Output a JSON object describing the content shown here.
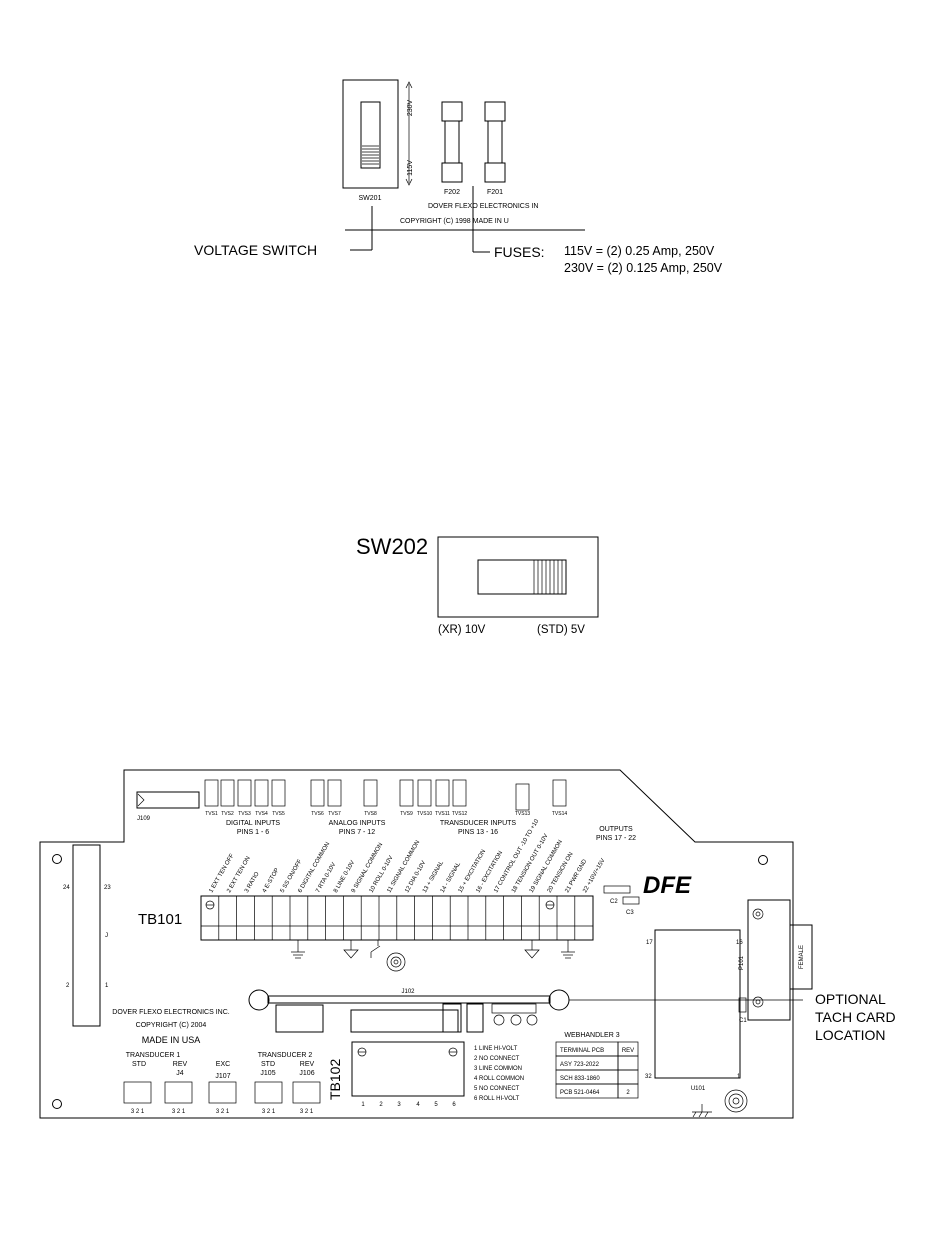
{
  "top": {
    "switch_ref": "SW201",
    "v230": "230V",
    "v115": "115V",
    "fuse_a": "F202",
    "fuse_b": "F201",
    "maker_line": "DOVER FLEXO ELECTRONICS IN",
    "copyright_line": "COPYRIGHT (C) 1998  MADE IN  U",
    "voltage_switch_callout": "VOLTAGE SWITCH",
    "fuses_callout": "FUSES:",
    "fuse_spec_1": "115V = (2) 0.25 Amp, 250V",
    "fuse_spec_2": "230V = (2) 0.125 Amp, 250V"
  },
  "sw202": {
    "ref": "SW202",
    "left_label": "(XR) 10V",
    "right_label": "(STD) 5V"
  },
  "board": {
    "j109": "J109",
    "tvs": [
      "TVS1",
      "TVS2",
      "TVS3",
      "TVS4",
      "TVS5",
      "TVS6",
      "TVS7",
      "TVS8",
      "TVS9",
      "TVS10",
      "TVS11",
      "TVS12",
      "TVS13",
      "TVS14"
    ],
    "digital_inputs": "DIGITAL INPUTS",
    "digital_pins": "PINS 1 - 6",
    "analog_inputs": "ANALOG INPUTS",
    "analog_pins": "PINS 7 - 12",
    "transducer_inputs": "TRANSDUCER INPUTS",
    "transducer_pins": "PINS 13 - 16",
    "outputs": "OUTPUTS",
    "outputs_pins": "PINS 17 - 22",
    "terminals": [
      "1 EXT TEN OFF",
      "2 EXT TEN ON",
      "3 RATIO",
      "4 E-STOP",
      "5 SS ON/OFF",
      "6 DIGITAL COMMON",
      "7 RTA 0-10V",
      "8 LINE 0-10V",
      "9 SIGNAL COMMON",
      "10 ROLL 0-10V",
      "11 SIGNAL COMMON",
      "12 DIA 0-10V",
      "13 + SIGNAL",
      "14 - SIGNAL",
      "15 + EXCITATION",
      "16 - EXCITATION",
      "17 CONTROL OUT -10 TO +10",
      "18 TENSION OUT 0-10V",
      "19 SIGNAL COMMON",
      "20 TENSION ON",
      "21 PWR GND",
      "22 +10V/+15V"
    ],
    "tb101": "TB101",
    "logo": "DFE",
    "c2": "C2",
    "c3": "C3",
    "left_conn_24": "24",
    "left_conn_23": "23",
    "left_conn_j": "J",
    "left_conn_2": "2",
    "left_conn_1": "1",
    "j102": "J102",
    "maker_line": "DOVER FLEXO ELECTRONICS INC.",
    "copyright_line": "COPYRIGHT (C) 2004",
    "made_in": "MADE IN USA",
    "tb102": "TB102",
    "tb102_pins": [
      "1",
      "2",
      "3",
      "4",
      "5",
      "6"
    ],
    "tb102_legend": [
      "1 LINE HI-VOLT",
      "2 NO CONNECT",
      "3 LINE COMMON",
      "4 ROLL COMMON",
      "5 NO CONNECT",
      "6 ROLL HI-VOLT"
    ],
    "transducer1": "TRANSDUCER 1",
    "std": "STD",
    "rev": "REV",
    "j4": "J4",
    "exc": "EXC",
    "j107": "J107",
    "transducer2": "TRANSDUCER 2",
    "j105": "J105",
    "j106": "J106",
    "pin_321": "3 2 1",
    "webhandler": "WEBHANDLER 3",
    "pcb_table": [
      [
        "TERMINAL PCB",
        "REV"
      ],
      [
        "ASY 723-2022",
        ""
      ],
      [
        "SCH 833-1860",
        ""
      ],
      [
        "PCB 521-0464",
        "2"
      ]
    ],
    "u101": "U101",
    "u_17": "17",
    "u_16": "16",
    "u_32": "32",
    "u_1": "1",
    "p101": "P101",
    "female": "FEMALE",
    "c1": "C1",
    "tach_1": "OPTIONAL",
    "tach_2": "TACH CARD",
    "tach_3": "LOCATION"
  }
}
